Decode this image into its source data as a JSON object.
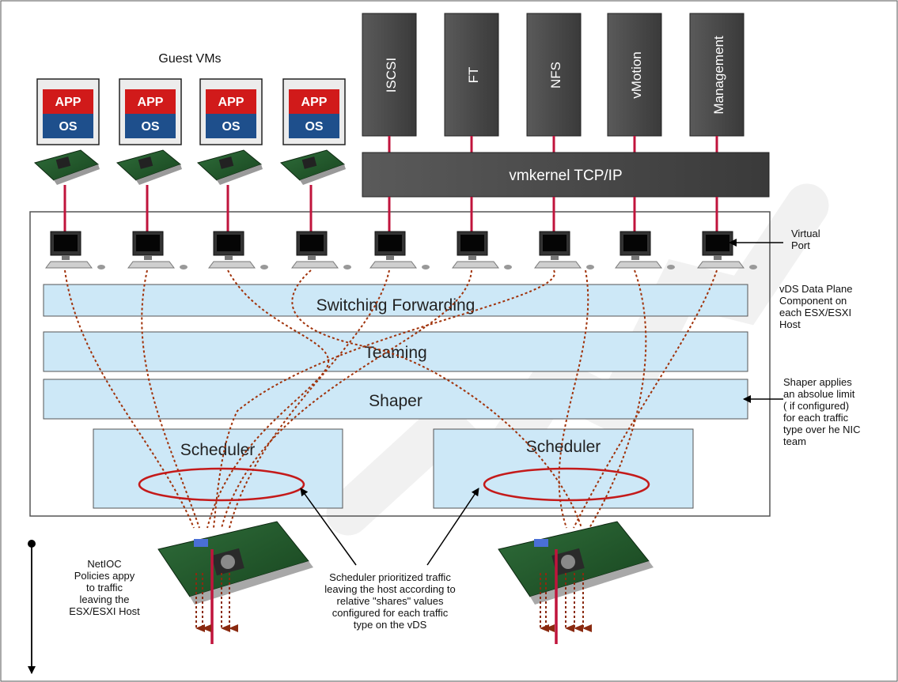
{
  "guest_vms": {
    "title": "Guest VMs",
    "vms": [
      {
        "app": "APP",
        "os": "OS"
      },
      {
        "app": "APP",
        "os": "OS"
      },
      {
        "app": "APP",
        "os": "OS"
      },
      {
        "app": "APP",
        "os": "OS"
      }
    ]
  },
  "services": [
    "ISCSI",
    "FT",
    "NFS",
    "vMotion",
    "Management"
  ],
  "vmkernel": "vmkernel TCP/IP",
  "layers": {
    "switching": "Switching Forwarding",
    "teaming": "Teaming",
    "shaper": "Shaper",
    "scheduler_left": "Scheduler",
    "scheduler_right": "Scheduler"
  },
  "annotations": {
    "virtual_port": [
      "Virtual",
      "Port"
    ],
    "vds_component": [
      "vDS Data Plane",
      "Component on",
      "each ESX/ESXI",
      "Host"
    ],
    "shaper_note": [
      "Shaper applies",
      "an absolue limit",
      "( if configured)",
      "for each traffic",
      "type over he NIC",
      "team"
    ],
    "netioc_note": [
      "NetIOC",
      "Policies appy",
      "to traffic",
      "leaving the",
      "ESX/ESXI Host"
    ],
    "scheduler_note": [
      "Scheduler prioritized traffic",
      "leaving the host according to",
      "relative \"shares\" values",
      "configured for each traffic",
      "type on the vDS"
    ]
  },
  "colors": {
    "app_red": "#d11a1a",
    "os_blue": "#1e4f8c",
    "service_gray": "#4f4f4f",
    "layer_blue": "#cde8f7",
    "connector_red": "#c0143c",
    "dotted_brown": "#a0320a",
    "ellipse_red": "#c41a1a",
    "watermark": "#eeeeee"
  }
}
